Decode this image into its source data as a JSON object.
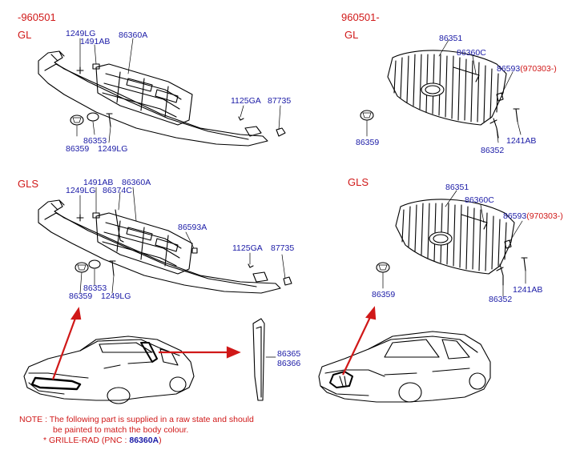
{
  "sections": {
    "top_left": {
      "date_code": "-960501",
      "trim": "GL"
    },
    "top_right": {
      "date_code": "960501-",
      "trim": "GL"
    },
    "bottom_left": {
      "trim": "GLS"
    },
    "bottom_right": {
      "trim": "GLS"
    }
  },
  "parts": {
    "gl_early": {
      "p1249lg_a": "1249LG",
      "p1491ab": "1491AB",
      "p86360a": "86360A",
      "p1125ga": "1125GA",
      "p87735": "87735",
      "p86353": "86353",
      "p86359": "86359",
      "p1249lg_b": "1249LG"
    },
    "gl_late": {
      "p86351": "86351",
      "p86360c": "86360C",
      "p86593": "86593",
      "p86593_date": "(970303-)",
      "p86359": "86359",
      "p86352": "86352",
      "p1241ab": "1241AB"
    },
    "gls_early": {
      "p1491ab": "1491AB",
      "p86360a": "86360A",
      "p1249lg_a": "1249LG",
      "p86374c": "86374C",
      "p86593a": "86593A",
      "p1125ga": "1125GA",
      "p87735": "87735",
      "p86353": "86353",
      "p86359": "86359",
      "p1249lg_b": "1249LG"
    },
    "gls_late": {
      "p86351": "86351",
      "p86360c": "86360C",
      "p86593": "86593",
      "p86593_date": "(970303-)",
      "p86359": "86359",
      "p1241ab": "1241AB",
      "p86352": "86352"
    },
    "molding": {
      "p86365": "86365",
      "p86366": "86366"
    }
  },
  "note": {
    "line1": "NOTE : The following part is supplied in a raw state and should",
    "line2": "be painted to match the body colour.",
    "line3_prefix": "* GRILLE-RAD (PNC : ",
    "line3_pnc": "86360A",
    "line3_suffix": ")"
  },
  "colors": {
    "label": "#1a1aa6",
    "accent": "#d01818",
    "line": "#000000"
  }
}
